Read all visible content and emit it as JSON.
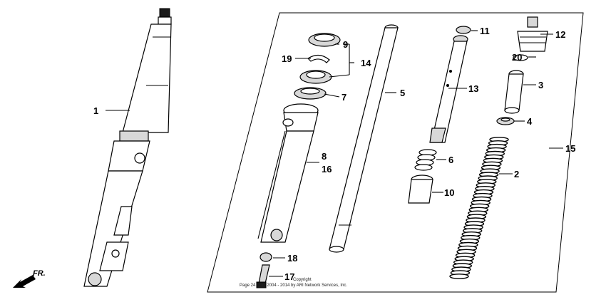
{
  "diagram": {
    "callouts": [
      "1",
      "2",
      "3",
      "4",
      "5",
      "6",
      "7",
      "8",
      "9",
      "10",
      "11",
      "12",
      "13",
      "14",
      "15",
      "16",
      "17",
      "18",
      "19",
      "20"
    ],
    "direction_label": "FR.",
    "copyright_line1": "Copyright",
    "copyright_line2": "Page 24 ... ic. 2004 - 2014 by ARI Network Services, Inc."
  }
}
